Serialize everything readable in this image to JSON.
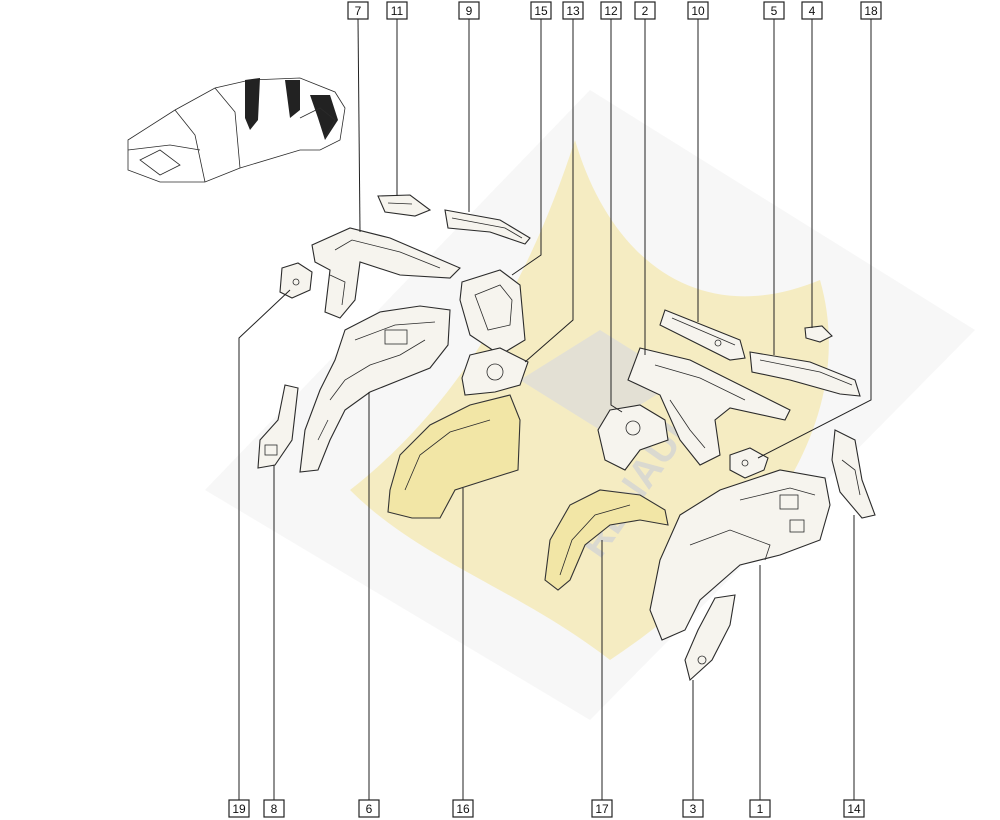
{
  "diagram": {
    "callouts": [
      {
        "id": "c7",
        "label": "7"
      },
      {
        "id": "c11",
        "label": "11"
      },
      {
        "id": "c9",
        "label": "9"
      },
      {
        "id": "c15",
        "label": "15"
      },
      {
        "id": "c13",
        "label": "13"
      },
      {
        "id": "c12",
        "label": "12"
      },
      {
        "id": "c2",
        "label": "2"
      },
      {
        "id": "c10",
        "label": "10"
      },
      {
        "id": "c5",
        "label": "5"
      },
      {
        "id": "c4",
        "label": "4"
      },
      {
        "id": "c18",
        "label": "18"
      },
      {
        "id": "c19",
        "label": "19"
      },
      {
        "id": "c8",
        "label": "8"
      },
      {
        "id": "c6",
        "label": "6"
      },
      {
        "id": "c16",
        "label": "16"
      },
      {
        "id": "c17",
        "label": "17"
      },
      {
        "id": "c3",
        "label": "3"
      },
      {
        "id": "c1",
        "label": "1"
      },
      {
        "id": "c14",
        "label": "14"
      }
    ],
    "watermark": {
      "brand_text": "RENAULT",
      "accent_color": "#f3e08a",
      "grey_color": "#dcdcdc"
    },
    "colors": {
      "line": "#2b2b2b",
      "panel_fill": "#f6f4ee",
      "liner_fill": "#f2e6a6"
    }
  }
}
